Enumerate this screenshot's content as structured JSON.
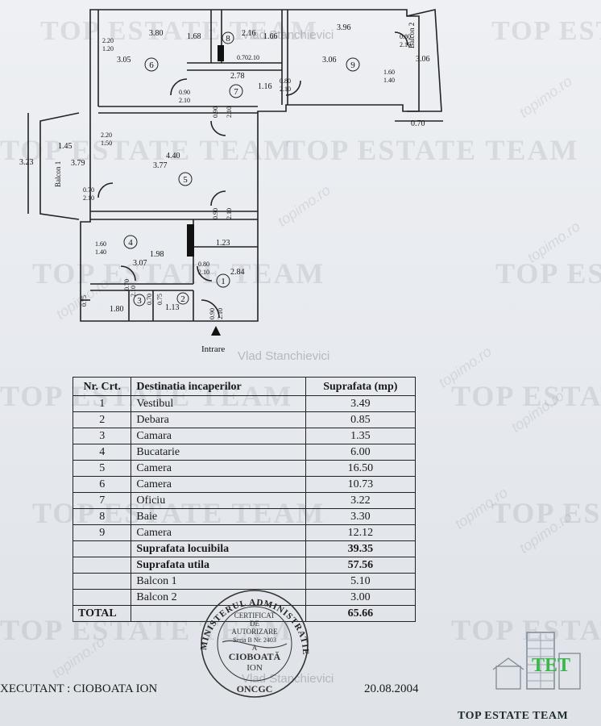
{
  "watermarks": {
    "brand": "TOP ESTATE TEAM",
    "site": "topimo.ro",
    "author": "Vlad Stanchievici"
  },
  "floorplan": {
    "dimensions": [
      "3.80",
      "1.68",
      "2.16",
      "1.66",
      "3.96",
      "2.20",
      "1.20",
      "3.05",
      "3.06",
      "3.06",
      "0.70",
      "2.10",
      "2.78",
      "1.16",
      "0.90",
      "2.10",
      "0.80",
      "2.10",
      "0.80",
      "2.10",
      "1.60",
      "1.40",
      "0.90",
      "2.10",
      "2.20",
      "1.50",
      "1.45",
      "3.23",
      "3.79",
      "4.40",
      "3.77",
      "0.70",
      "2.10",
      "0.90",
      "2.10",
      "1.60",
      "1.40",
      "1.98",
      "1.23",
      "3.07",
      "0.80",
      "2.10",
      "2.84",
      "0.70",
      "2.10",
      "0.75",
      "0.75",
      "1.80",
      "1.13",
      "0.90",
      "2.10",
      "0.70",
      "0.70"
    ],
    "room_numbers": [
      "1",
      "2",
      "3",
      "4",
      "5",
      "6",
      "7",
      "8",
      "9"
    ],
    "balcony_labels": [
      "Balcon 1",
      "Balcon 2"
    ],
    "entry_label": "Intrare"
  },
  "table": {
    "headers": [
      "Nr. Crt.",
      "Destinatia incaperilor",
      "Suprafata (mp)"
    ],
    "rows": [
      {
        "nr": "1",
        "name": "Vestibul",
        "area": "3.49"
      },
      {
        "nr": "2",
        "name": "Debara",
        "area": "0.85"
      },
      {
        "nr": "3",
        "name": "Camara",
        "area": "1.35"
      },
      {
        "nr": "4",
        "name": "Bucatarie",
        "area": "6.00"
      },
      {
        "nr": "5",
        "name": "Camera",
        "area": "16.50"
      },
      {
        "nr": "6",
        "name": "Camera",
        "area": "10.73"
      },
      {
        "nr": "7",
        "name": "Oficiu",
        "area": "3.22"
      },
      {
        "nr": "8",
        "name": "Baie",
        "area": "3.30"
      },
      {
        "nr": "9",
        "name": "Camera",
        "area": "12.12"
      }
    ],
    "locuibila_label": "Suprafata locuibila",
    "locuibila_value": "39.35",
    "utila_label": "Suprafata utila",
    "utila_value": "57.56",
    "balcon1_label": "Balcon 1",
    "balcon1_value": "5.10",
    "balcon2_label": "Balcon 2",
    "balcon2_value": "3.00",
    "total_label": "TOTAL",
    "total_value": "65.66"
  },
  "stamp": {
    "ring_text": "MINISTERUL ADMINISTRATIEI PUBLICE",
    "line1": "CERTIFICAT",
    "line2": "DE",
    "line3": "AUTORIZARE",
    "line4": "Seria B Nr. 2403",
    "line5": "A",
    "line6": "CIOBOATĂ",
    "line7": "ION",
    "bottom": "ONCGC"
  },
  "footer": {
    "executant": "XECUTANT : CIOBOATA ION",
    "date": "20.08.2004"
  },
  "logo": {
    "mark": "TET",
    "text": "TOP ESTATE TEAM"
  }
}
